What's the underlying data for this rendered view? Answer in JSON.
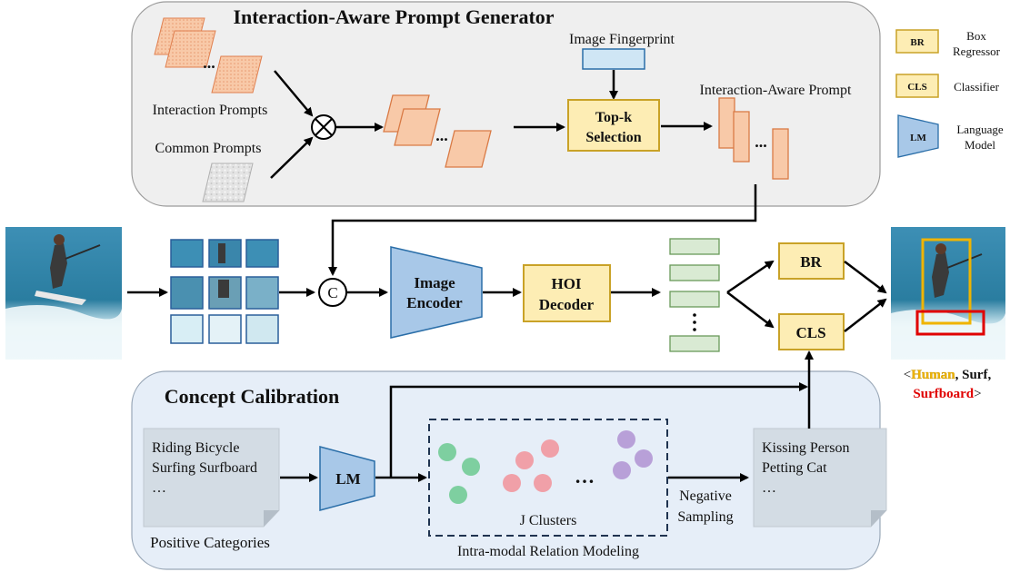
{
  "top_panel": {
    "title": "Interaction-Aware Prompt Generator",
    "interaction_prompts": "Interaction Prompts",
    "common_prompts": "Common Prompts",
    "image_fingerprint": "Image Fingerprint",
    "topk_line1": "Top-k",
    "topk_line2": "Selection",
    "output_label": "Interaction-Aware Prompt",
    "ellipsis": "..."
  },
  "middle": {
    "concat": "C",
    "encoder_line1": "Image",
    "encoder_line2": "Encoder",
    "decoder_line1": "HOI",
    "decoder_line2": "Decoder",
    "br": "BR",
    "cls": "CLS",
    "result": {
      "open": "<",
      "human": "Human",
      "sep1": ", ",
      "surf": "Surf",
      "sep2": ",",
      "surfboard": "Surfboard",
      "close": ">"
    }
  },
  "bottom_panel": {
    "title": "Concept Calibration",
    "positive_line1": "Riding Bicycle",
    "positive_line2": "Surfing Surfboard",
    "positive_line3": "…",
    "positive_caption": "Positive Categories",
    "lm": "LM",
    "clusters": "J Clusters",
    "clusters_dots": "…",
    "intra_modal": "Intra-modal Relation Modeling",
    "negative_line1": "Negative",
    "negative_line2": "Sampling",
    "neg_doc_line1": "Kissing Person",
    "neg_doc_line2": "Petting Cat",
    "neg_doc_line3": "…"
  },
  "legend": {
    "br_abbr": "BR",
    "br_line1": "Box",
    "br_line2": "Regressor",
    "cls_abbr": "CLS",
    "cls_name": "Classifier",
    "lm_abbr": "LM",
    "lm_line1": "Language",
    "lm_line2": "Model"
  },
  "colors": {
    "panel_top": "#efefef",
    "panel_bottom": "#e6eef8",
    "yellow_box": "#fdedb4",
    "yellow_border": "#c9a227",
    "blue_block": "#a8c8e8",
    "orange_prompt": "#f8c9a8",
    "green_token": "#d9ead3",
    "human_box": "#f0b400",
    "object_box": "#e00000",
    "cluster_green": "#7ecfa0",
    "cluster_pink": "#f0a0a8",
    "cluster_purple": "#b8a0d8"
  }
}
